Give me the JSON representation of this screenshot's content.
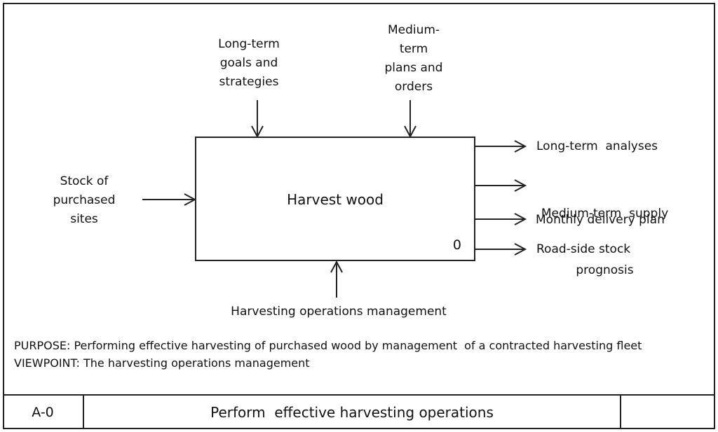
{
  "controls": {
    "left": [
      "Long-term",
      "goals and",
      "strategies"
    ],
    "right": [
      "Medium-",
      "term",
      "plans and",
      "orders"
    ]
  },
  "input": [
    "Stock of",
    "purchased",
    "sites"
  ],
  "process": {
    "title": "Harvest wood",
    "number": "0"
  },
  "outputs": {
    "analyses": "Long-term  analyses",
    "supply": [
      "Medium-term  supply",
      "prognosis"
    ],
    "delivery": "Monthly delivery plan",
    "stock": "Road-side stock"
  },
  "mechanism": "Harvesting operations management",
  "purpose": "PURPOSE: Performing effective harvesting of purchased wood by management  of a contracted harvesting fleet",
  "viewpoint": "VIEWPOINT: The harvesting operations management",
  "footer": {
    "node": "A-0",
    "title": "Perform  effective harvesting operations"
  },
  "colors": {
    "line": "#222222",
    "background": "#ffffff"
  }
}
